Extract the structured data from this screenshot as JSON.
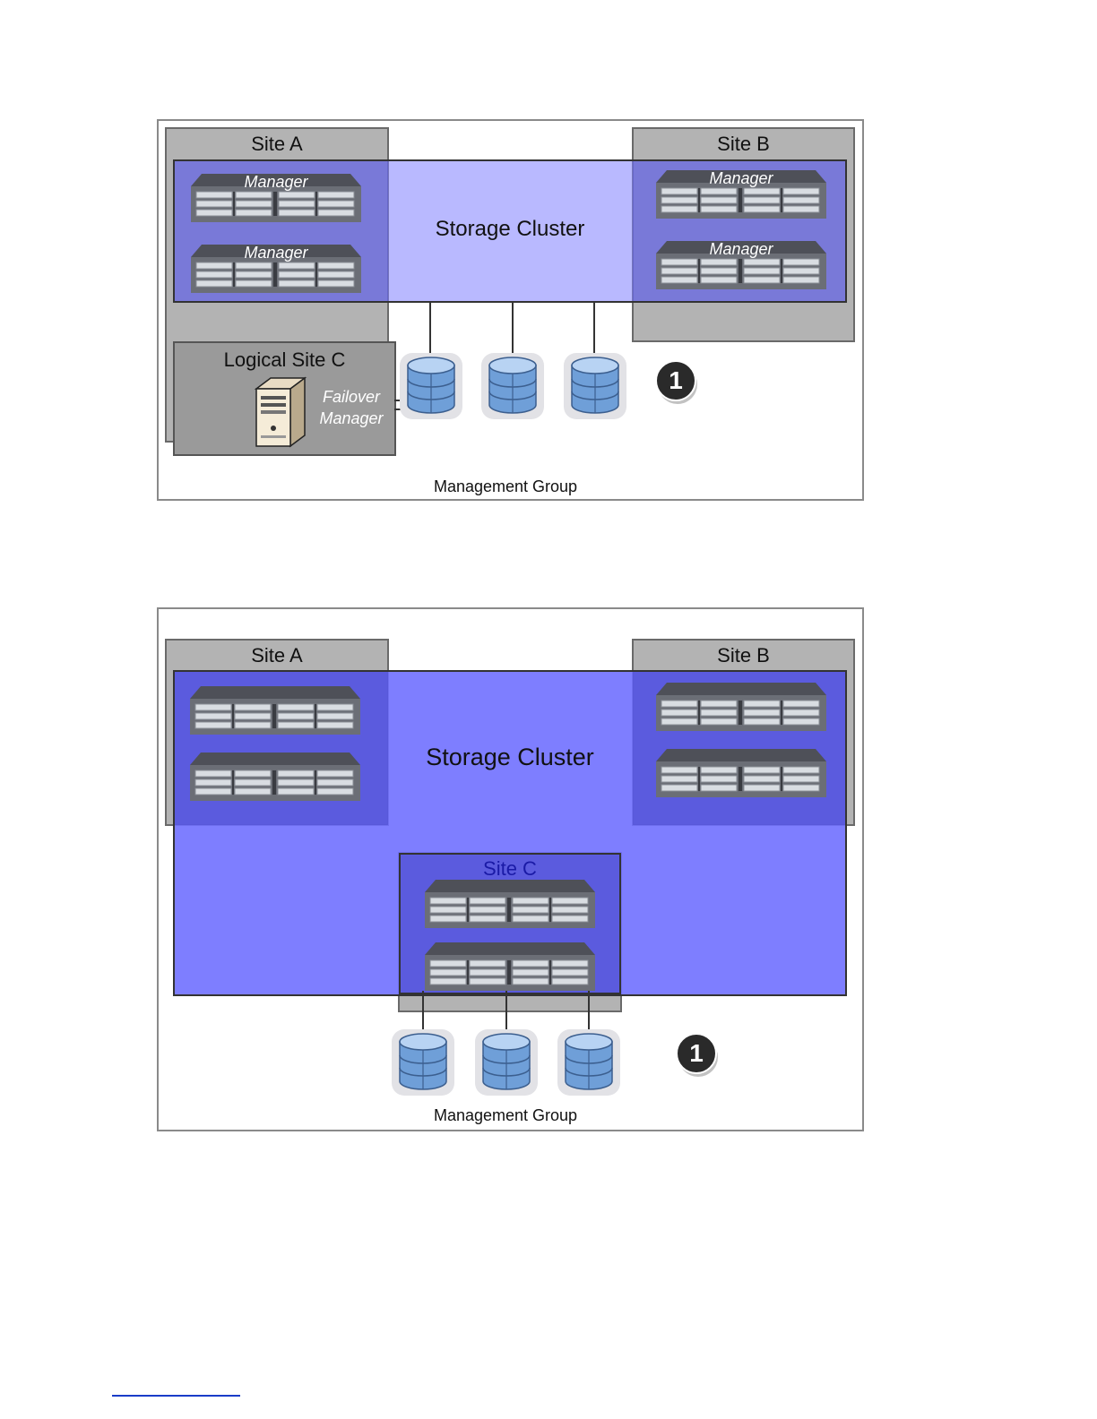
{
  "diagram_1": {
    "site_a": "Site A",
    "site_b": "Site B",
    "storage_cluster": "Storage Cluster",
    "manager": "Manager",
    "logical_site_c": "Logical Site C",
    "failover_line1": "Failover",
    "failover_line2": "Manager",
    "management_group": "Management Group",
    "callout": "1"
  },
  "diagram_2": {
    "site_a": "Site A",
    "site_b": "Site B",
    "site_c": "Site C",
    "storage_cluster": "Storage Cluster",
    "management_group": "Management Group",
    "callout": "1"
  },
  "colors": {
    "site_gray": "#b3b3b3",
    "cluster_light": "#b0b0ff",
    "cluster_dark": "#7b7bff",
    "volume_blue": "#7aa6dd",
    "site_c_text": "#1a1aa6"
  }
}
